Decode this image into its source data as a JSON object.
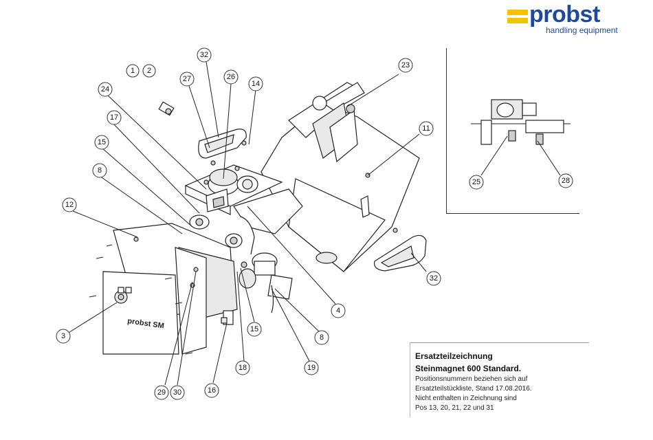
{
  "logo": {
    "name": "probst",
    "tagline": "handling equipment",
    "colors": {
      "brand_blue": "#1f4a9c",
      "brand_yellow": "#f5c400"
    }
  },
  "title_block": {
    "title_line1": "Ersatzteilzeichnung",
    "title_line2": "Steinmagnet 600 Standard.",
    "notes": [
      "Positionsnummern beziehen sich auf",
      "Ersatzteilstückliste, Stand 17.08.2016.",
      "Nicht enthalten in Zeichnung sind",
      "Pos 13, 20, 21, 22 und 31"
    ]
  },
  "plate_text": "probst SM",
  "callouts": [
    "1",
    "2",
    "32",
    "26",
    "27",
    "14",
    "24",
    "17",
    "15",
    "8",
    "12",
    "3",
    "23",
    "11",
    "32",
    "4",
    "8",
    "15",
    "18",
    "19",
    "16",
    "29",
    "30",
    "25",
    "28"
  ]
}
